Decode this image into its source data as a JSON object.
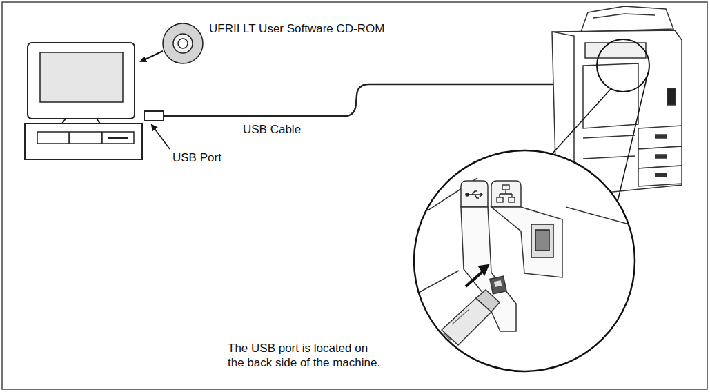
{
  "diagram": {
    "labels": [
      "UFRII LT User Software CD-ROM",
      "USB Cable",
      "USB Port",
      "The USB port is located on the back side of the machine."
    ]
  }
}
